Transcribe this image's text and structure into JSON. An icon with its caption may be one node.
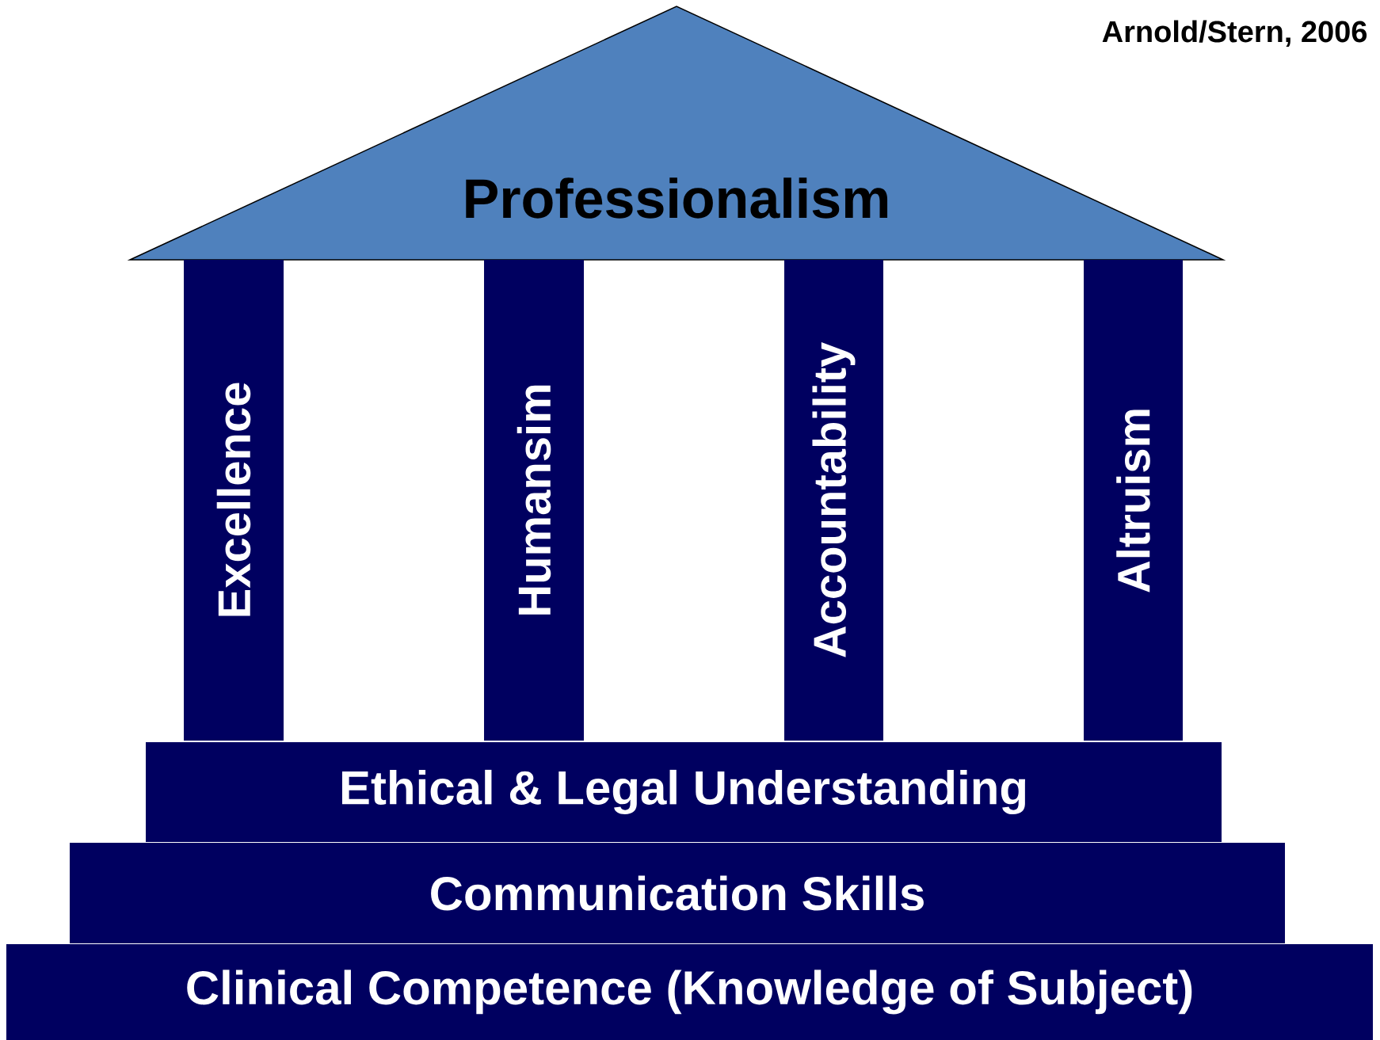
{
  "diagram": {
    "nodes": [
      {
        "text": [
          "Professionalism"
        ]
      },
      {
        "text": [
          "Excellence"
        ]
      },
      {
        "text": [
          "Humansim"
        ]
      },
      {
        "text": [
          "Accountability"
        ]
      },
      {
        "text": [
          "Altruism"
        ]
      },
      {
        "text": [
          "Ethical & Legal Understanding"
        ]
      },
      {
        "text": [
          "Communication Skills"
        ]
      },
      {
        "text": [
          "Clinical Competence (Knowledge of Subject)"
        ]
      }
    ],
    "labels": [
      "Arnold/Stern, 2006"
    ]
  }
}
